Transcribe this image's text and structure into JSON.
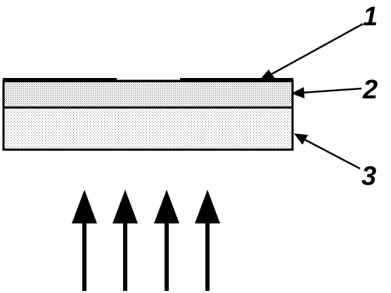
{
  "labels": {
    "one": "1",
    "two": "2",
    "three": "3"
  },
  "colors": {
    "ink": "#000000",
    "background": "#ffffff",
    "stipple": "#6a6a6a"
  },
  "arrow_count": 4
}
